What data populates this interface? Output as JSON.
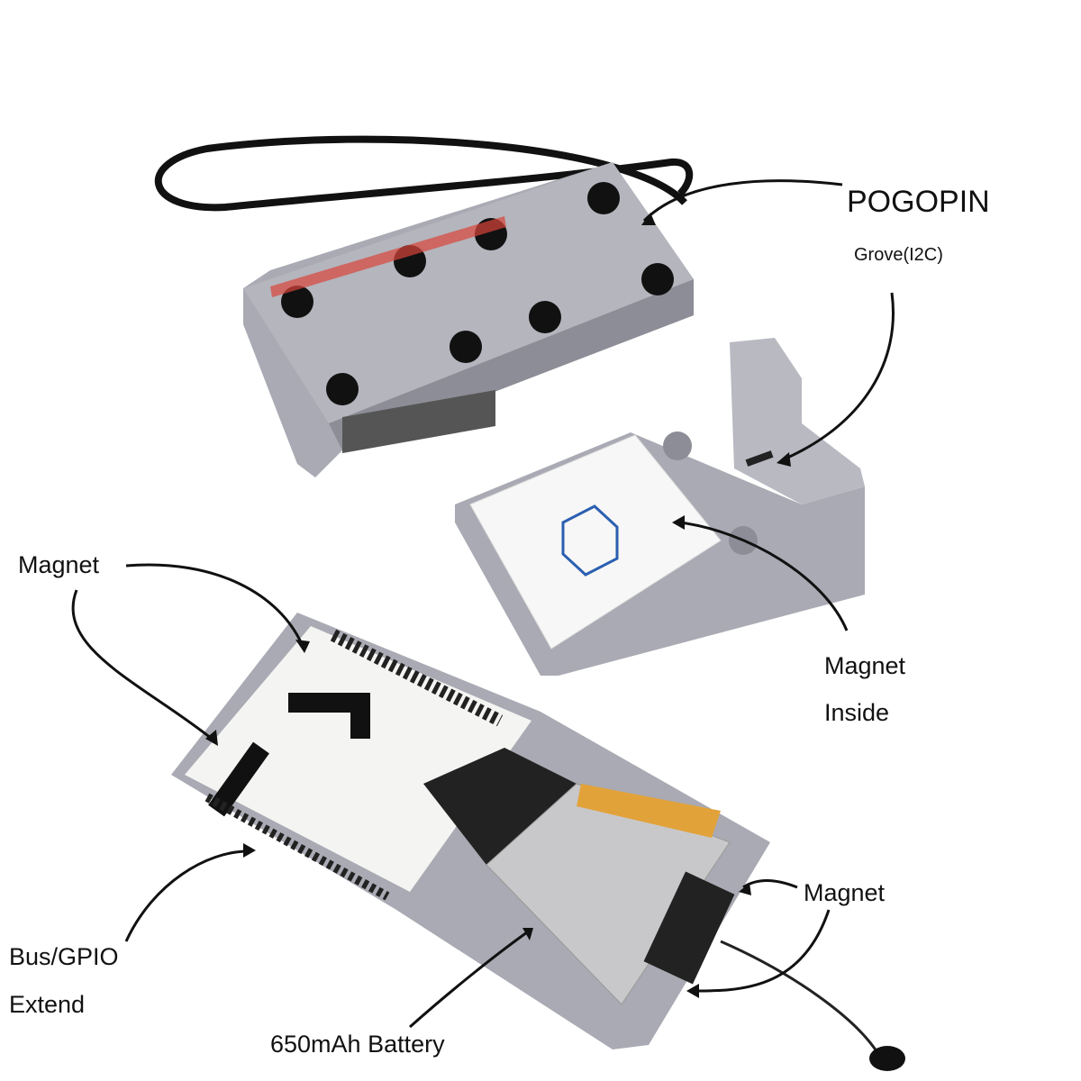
{
  "labels": {
    "pogopin": "POGOPIN",
    "grove": "Grove(I2C)",
    "magnet_top_left": "Magnet",
    "magnet_inside_1": "Magnet",
    "magnet_inside_2": "Inside",
    "magnet_right": "Magnet",
    "bus_gpio_1": "Bus/GPIO",
    "bus_gpio_2": "Extend",
    "battery": "650mAh Battery"
  },
  "colors": {
    "case_gray": "#a9aab3",
    "case_dark": "#8c8d96",
    "battery": "#c8c8ca",
    "battery_flex": "#e2a23a",
    "pcb_white": "#f4f4f2"
  }
}
